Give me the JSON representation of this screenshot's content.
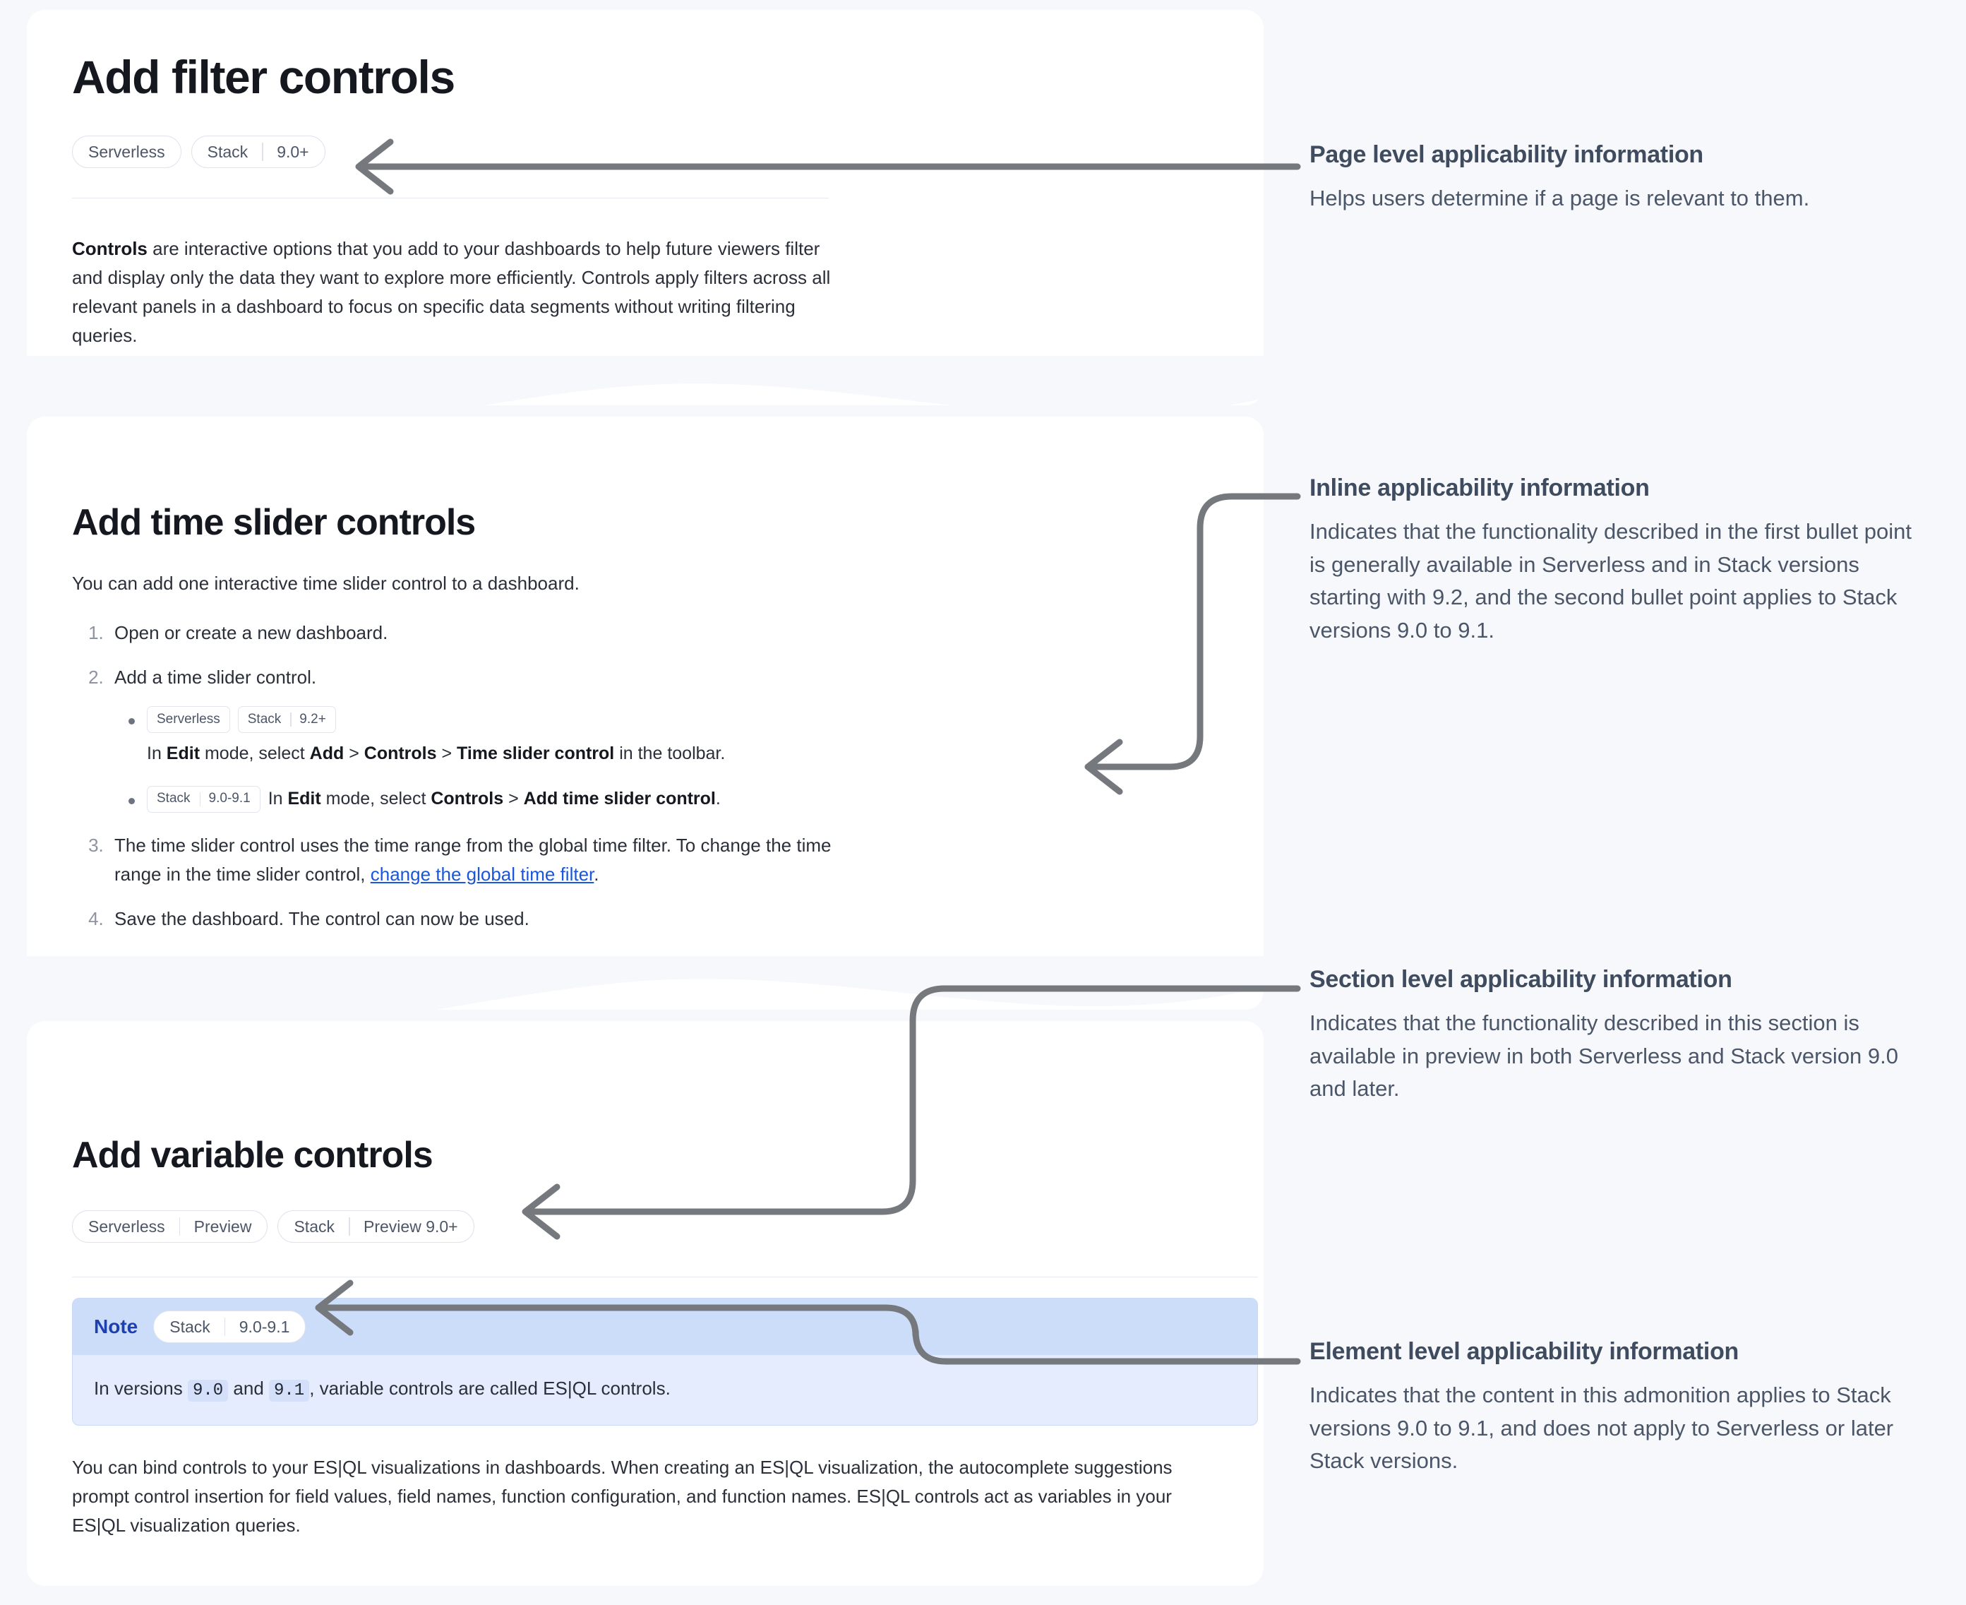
{
  "page": {
    "title": "Add filter controls",
    "applicability_badges": [
      {
        "segments": [
          "Serverless"
        ]
      },
      {
        "segments": [
          "Stack",
          "9.0+"
        ]
      }
    ],
    "intro_paragraph": {
      "lead": "Controls",
      "rest": " are interactive options that you add to your dashboards to help future viewers filter and display only the data they want to explore more efficiently. Controls apply filters across all relevant panels in a dashboard to focus on specific data segments without writing filtering queries."
    }
  },
  "time_slider_section": {
    "heading": "Add time slider controls",
    "intro": "You can add one interactive time slider control to a dashboard.",
    "steps": [
      {
        "text": "Open or create a new dashboard."
      },
      {
        "text": "Add a time slider control.",
        "substeps": [
          {
            "badges": [
              {
                "segments": [
                  "Serverless"
                ]
              },
              {
                "segments": [
                  "Stack",
                  "9.2+"
                ]
              }
            ],
            "prefix": "In ",
            "b1": "Edit",
            "mid1": " mode, select ",
            "b2": "Add",
            "sep1": " > ",
            "b3": "Controls",
            "sep2": " > ",
            "b4": "Time slider control",
            "suffix": " in the toolbar."
          },
          {
            "badges": [
              {
                "segments": [
                  "Stack",
                  "9.0-9.1"
                ]
              }
            ],
            "prefix": "In ",
            "b1": "Edit",
            "mid1": " mode, select ",
            "b2": "Controls",
            "sep1": " > ",
            "b3": "Add time slider control",
            "sep2": "",
            "b4": "",
            "suffix": "."
          }
        ]
      },
      {
        "text_before_link": "The time slider control uses the time range from the global time filter. To change the time range in the time slider control, ",
        "link_text": "change the global time filter",
        "text_after_link": "."
      },
      {
        "text": "Save the dashboard. The control can now be used."
      }
    ]
  },
  "variable_section": {
    "heading": "Add variable controls",
    "applicability_badges": [
      {
        "segments": [
          "Serverless",
          "Preview"
        ]
      },
      {
        "segments": [
          "Stack",
          "Preview 9.0+"
        ]
      }
    ],
    "note": {
      "label": "Note",
      "badges": [
        {
          "segments": [
            "Stack",
            "9.0-9.1"
          ]
        }
      ],
      "body_before": "In versions ",
      "code_one": "9.0",
      "body_mid": " and ",
      "code_two": "9.1",
      "body_after": ", variable controls are called ES|QL controls."
    },
    "paragraph": "You can bind controls to your ES|QL visualizations in dashboards. When creating an ES|QL visualization, the autocomplete suggestions prompt control insertion for field values, field names, function configuration, and function names. ES|QL controls act as variables in your ES|QL visualization queries."
  },
  "annotations": [
    {
      "id": "page",
      "title": "Page level applicability information",
      "body": "Helps users determine if a page is relevant to them."
    },
    {
      "id": "inline",
      "title": "Inline applicability information",
      "body": "Indicates that the functionality described in the first bullet point is generally available in Serverless and in Stack versions starting with 9.2, and the second bullet point applies to Stack versions 9.0 to 9.1."
    },
    {
      "id": "section",
      "title": "Section level applicability information",
      "body": "Indicates that the functionality described in this section is available in preview in both Serverless and Stack version 9.0 and later."
    },
    {
      "id": "element",
      "title": "Element level applicability information",
      "body": "Indicates that the content in this admonition applies to Stack versions 9.0 to 9.1, and does not apply to Serverless or later Stack versions."
    }
  ],
  "colors": {
    "page_background": "#f7f8fc",
    "card_background": "#ffffff",
    "badge_text": "#4d5667",
    "badge_border": "#e0e3ec",
    "link": "#1a56db",
    "note_header": "#ccddf9",
    "note_body": "#e4ecfd",
    "note_label": "#1d3fb0",
    "connector": "#75787d",
    "annotation_title": "#3f4b5e",
    "annotation_body": "#4b5668"
  }
}
